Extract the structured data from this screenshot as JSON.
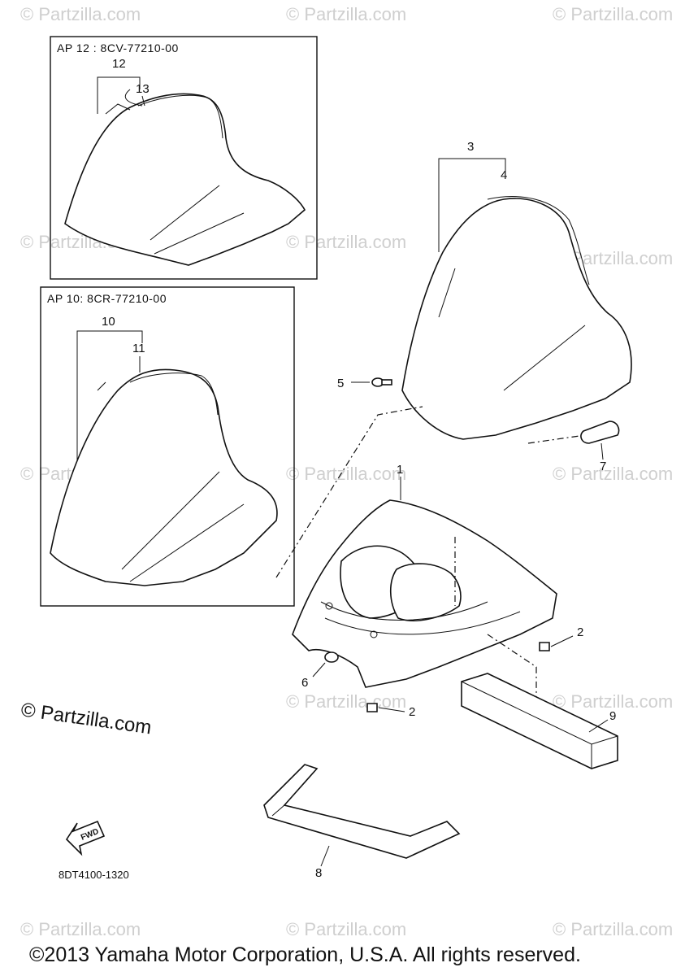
{
  "watermark": "© Partzilla.com",
  "box_ap12": {
    "label": "AP 12 : 8CV-77210-00"
  },
  "box_ap10": {
    "label": "AP  10: 8CR-77210-00"
  },
  "callouts": [
    "1",
    "2",
    "2",
    "3",
    "4",
    "5",
    "6",
    "7",
    "8",
    "9",
    "10",
    "11",
    "12",
    "13"
  ],
  "partzilla_logo": "© Partzilla.com",
  "fwd_label": "FWD",
  "diagram_code": "8DT4100-1320",
  "footer": "©2013 Yamaha Motor Corporation, U.S.A. All rights reserved."
}
